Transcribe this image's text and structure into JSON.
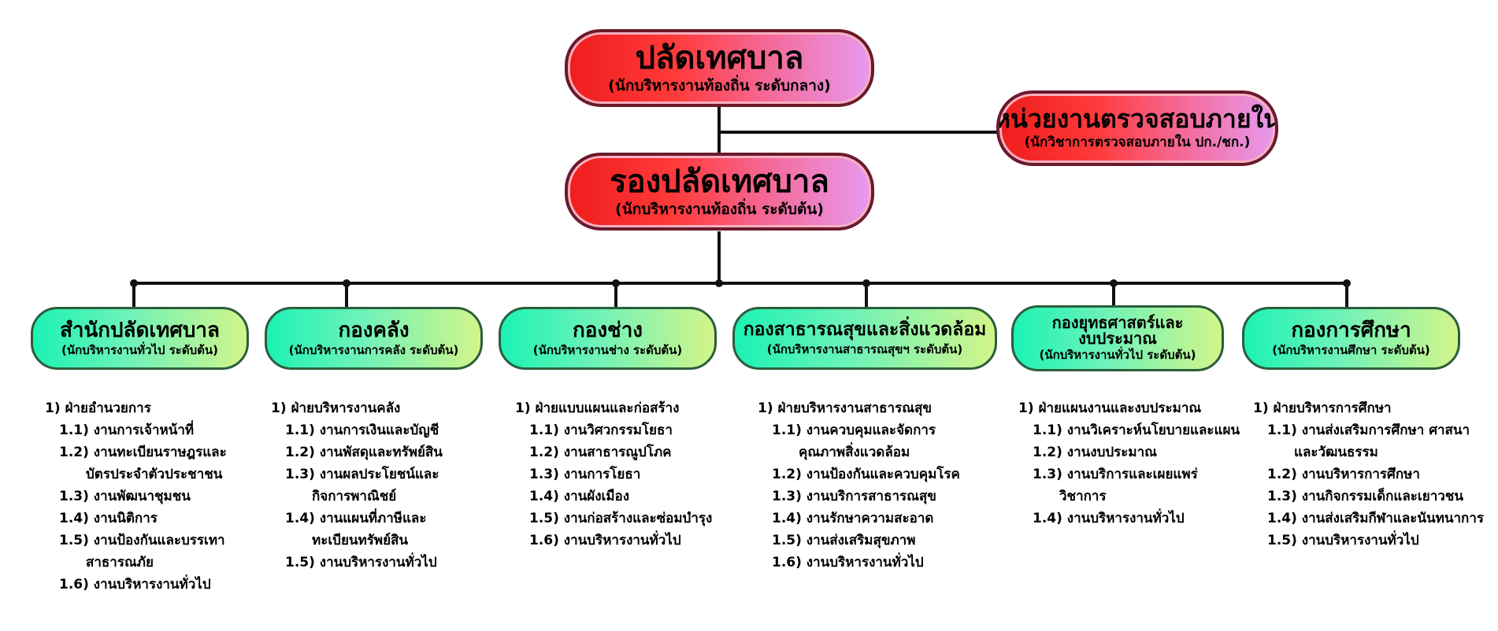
{
  "top": {
    "title": "ปลัดเทศบาล",
    "subtitle": "(นักบริหารงานท้องถิ่น ระดับกลาง)"
  },
  "audit": {
    "title": "หน่วยงานตรวจสอบภายใน",
    "subtitle": "(นักวิชาการตรวจสอบภายใน ปก./ชก.)"
  },
  "deputy": {
    "title": "รองปลัดเทศบาล",
    "subtitle": "(นักบริหารงานท้องถิ่น ระดับต้น)"
  },
  "departments": [
    {
      "title": "สำนักปลัดเทศบาล",
      "subtitle": "(นักบริหารงานทั่วไป ระดับต้น)",
      "lines": [
        {
          "kind": "h",
          "text": "1) ฝ่ายอำนวยการ"
        },
        {
          "kind": "it",
          "text": "1.1) งานการเจ้าหน้าที่"
        },
        {
          "kind": "it",
          "text": "1.2) งานทะเบียนราษฎรและ"
        },
        {
          "kind": "cont",
          "text": "บัตรประจำตัวประชาชน"
        },
        {
          "kind": "it",
          "text": "1.3) งานพัฒนาชุมชน"
        },
        {
          "kind": "it",
          "text": "1.4) งานนิติการ"
        },
        {
          "kind": "it",
          "text": "1.5) งานป้องกันและบรรเทา"
        },
        {
          "kind": "cont",
          "text": "สาธารณภัย"
        },
        {
          "kind": "it",
          "text": "1.6) งานบริหารงานทั่วไป"
        }
      ]
    },
    {
      "title": "กองคลัง",
      "subtitle": "(นักบริหารงานการคลัง ระดับต้น)",
      "lines": [
        {
          "kind": "h",
          "text": "1) ฝ่ายบริหารงานคลัง"
        },
        {
          "kind": "it",
          "text": "1.1) งานการเงินและบัญชี"
        },
        {
          "kind": "it",
          "text": "1.2) งานพัสดุและทรัพย์สิน"
        },
        {
          "kind": "it",
          "text": "1.3) งานผลประโยชน์และ"
        },
        {
          "kind": "cont",
          "text": "กิจการพาณิชย์"
        },
        {
          "kind": "it",
          "text": "1.4) งานแผนที่ภาษีและ"
        },
        {
          "kind": "cont",
          "text": "ทะเบียนทรัพย์สิน"
        },
        {
          "kind": "it",
          "text": "1.5) งานบริหารงานทั่วไป"
        }
      ]
    },
    {
      "title": "กองช่าง",
      "subtitle": "(นักบริหารงานช่าง ระดับต้น)",
      "lines": [
        {
          "kind": "h",
          "text": "1) ฝ่ายแบบแผนและก่อสร้าง"
        },
        {
          "kind": "it",
          "text": "1.1) งานวิศวกรรมโยธา"
        },
        {
          "kind": "it",
          "text": "1.2) งานสาธารณูปโภค"
        },
        {
          "kind": "it",
          "text": "1.3) งานการโยธา"
        },
        {
          "kind": "it",
          "text": "1.4) งานผังเมือง"
        },
        {
          "kind": "it",
          "text": "1.5) งานก่อสร้างและซ่อมบำรุง"
        },
        {
          "kind": "it",
          "text": "1.6) งานบริหารงานทั่วไป"
        }
      ]
    },
    {
      "title": "กองสาธารณสุขและสิ่งแวดล้อม",
      "subtitle": "(นักบริหารงานสาธารณสุขฯ ระดับต้น)",
      "lines": [
        {
          "kind": "h",
          "text": "1) ฝ่ายบริหารงานสาธารณสุข"
        },
        {
          "kind": "it",
          "text": "1.1) งานควบคุมและจัดการ"
        },
        {
          "kind": "cont",
          "text": "คุณภาพสิ่งแวดล้อม"
        },
        {
          "kind": "it",
          "text": "1.2) งานป้องกันและควบคุมโรค"
        },
        {
          "kind": "it",
          "text": "1.3) งานบริการสาธารณสุข"
        },
        {
          "kind": "it",
          "text": "1.4) งานรักษาความสะอาด"
        },
        {
          "kind": "it",
          "text": "1.5) งานส่งเสริมสุขภาพ"
        },
        {
          "kind": "it",
          "text": "1.6) งานบริหารงานทั่วไป"
        }
      ]
    },
    {
      "title": "กองยุทธศาสตร์และงบประมาณ",
      "title_line1": "กองยุทธศาสตร์และ",
      "title_line2": "งบประมาณ",
      "subtitle": "(นักบริหารงานทั่วไป ระดับต้น)",
      "lines": [
        {
          "kind": "h",
          "text": "1) ฝ่ายแผนงานและงบประมาณ"
        },
        {
          "kind": "it",
          "text": "1.1) งานวิเคราะห์นโยบายและแผน"
        },
        {
          "kind": "it",
          "text": "1.2) งานงบประมาณ"
        },
        {
          "kind": "it",
          "text": "1.3) งานบริการและเผยแพร่"
        },
        {
          "kind": "cont",
          "text": "วิชาการ"
        },
        {
          "kind": "it",
          "text": "1.4) งานบริหารงานทั่วไป"
        }
      ]
    },
    {
      "title": "กองการศึกษา",
      "subtitle": "(นักบริหารงานศึกษา ระดับต้น)",
      "lines": [
        {
          "kind": "h",
          "text": "1) ฝ่ายบริหารการศึกษา"
        },
        {
          "kind": "it",
          "text": "1.1) งานส่งเสริมการศึกษา ศาสนา"
        },
        {
          "kind": "cont",
          "text": "และวัฒนธรรม"
        },
        {
          "kind": "it",
          "text": "1.2) งานบริหารการศึกษา"
        },
        {
          "kind": "it",
          "text": "1.3) งานกิจกรรมเด็กและเยาวชน"
        },
        {
          "kind": "it",
          "text": "1.4) งานส่งเสริมกีฬาและนันทนาการ"
        },
        {
          "kind": "it",
          "text": "1.5) งานบริหารงานทั่วไป"
        }
      ]
    }
  ],
  "colors": {
    "line": "#111111",
    "red_start": "#f01c1c",
    "red_end": "#e79af0",
    "green_start": "#1cf2b4",
    "green_end": "#d2f58a"
  }
}
